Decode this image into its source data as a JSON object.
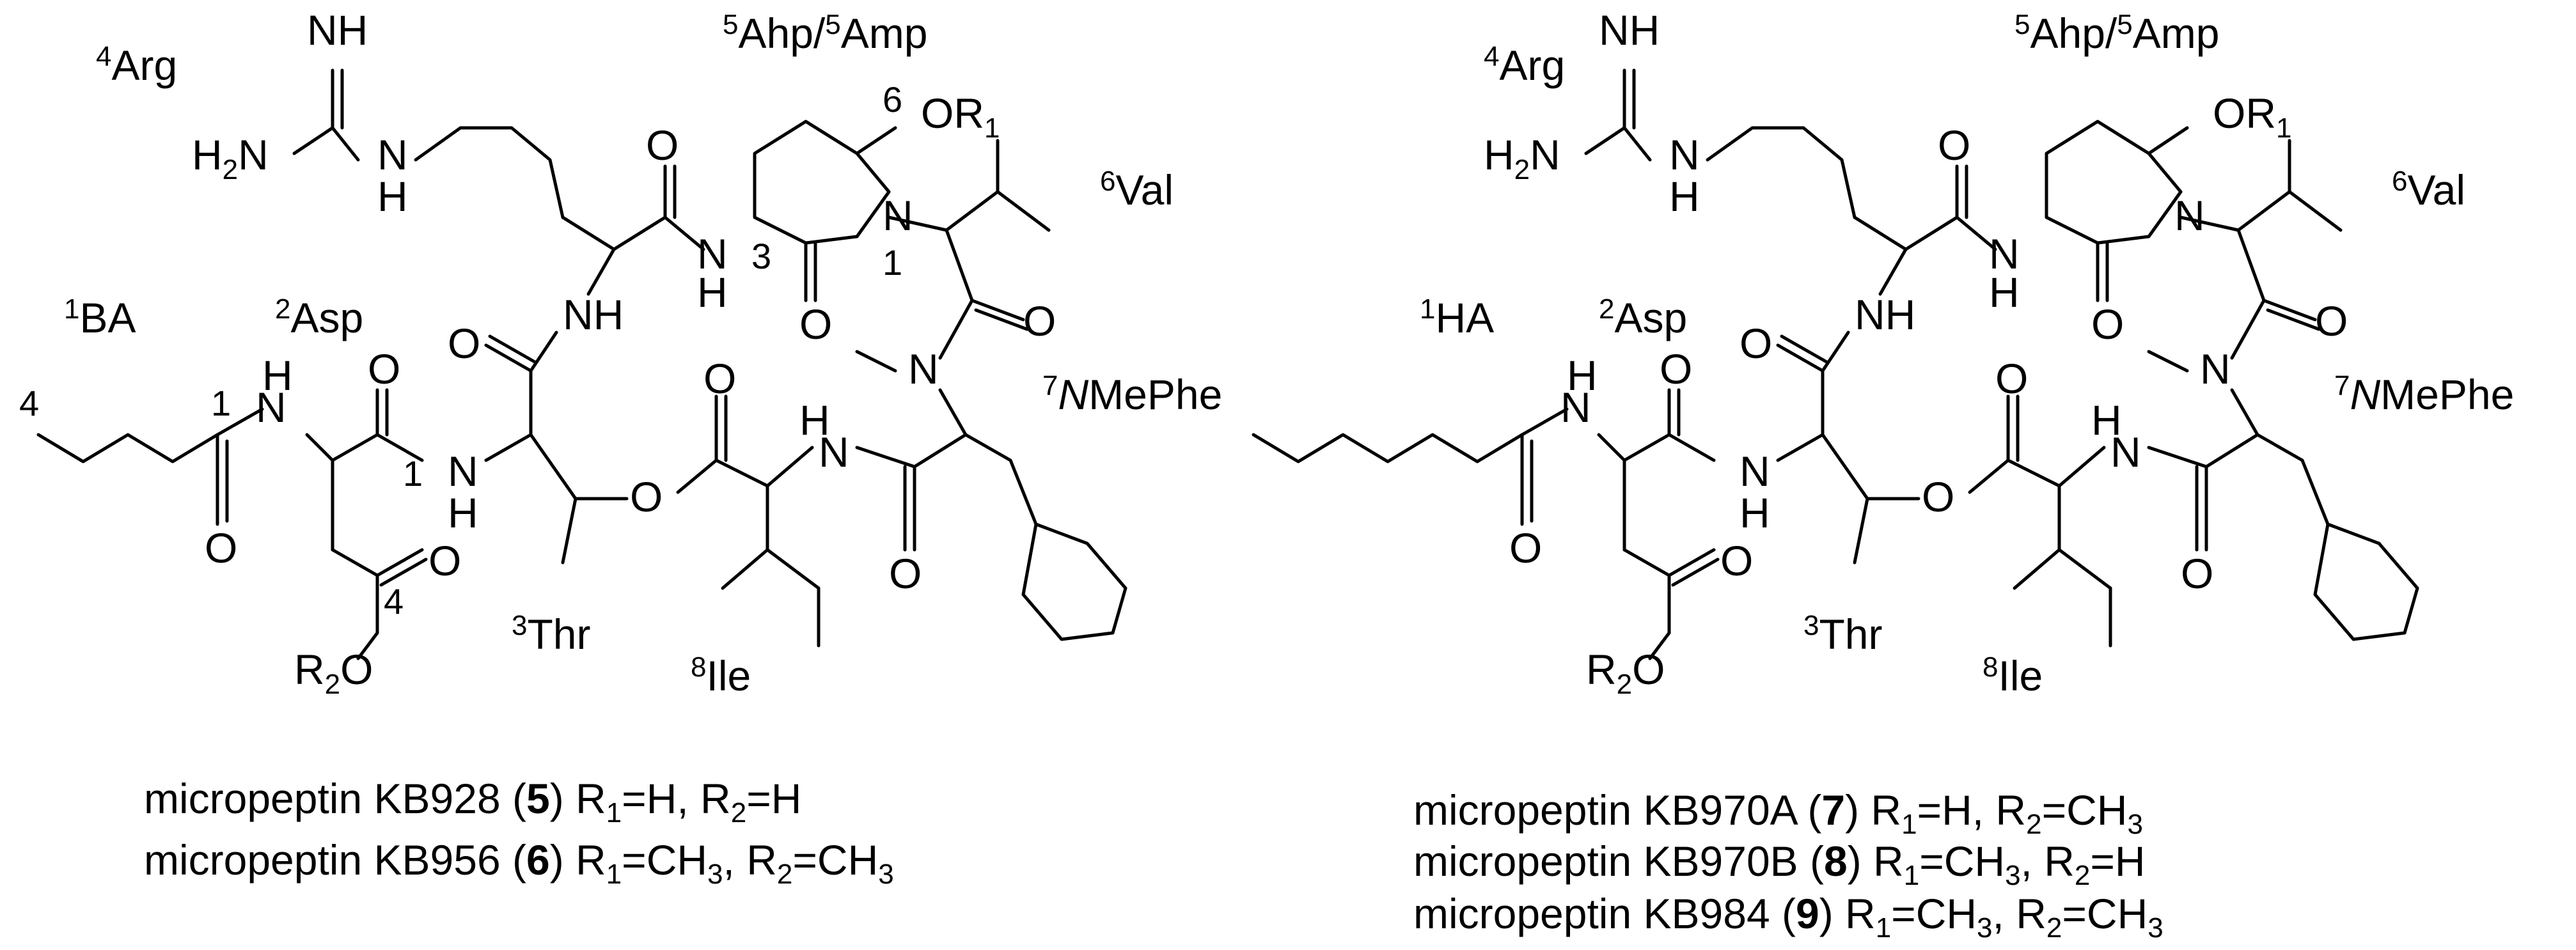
{
  "left_structure": {
    "residues": {
      "ba": {
        "sup": "1",
        "name": "BA"
      },
      "asp": {
        "sup": "2",
        "name": "Asp"
      },
      "thr": {
        "sup": "3",
        "name": "Thr"
      },
      "arg": {
        "sup": "4",
        "name": "Arg"
      },
      "ahp": {
        "sup1": "5",
        "name1": "Ahp/",
        "sup2": "5",
        "name2": "Amp"
      },
      "val": {
        "sup": "6",
        "name": "Val"
      },
      "nmephe": {
        "sup": "7",
        "name": "NMePhe"
      },
      "ile": {
        "sup": "8",
        "name": "Ile"
      }
    },
    "position_numbers": {
      "n4": "4",
      "n1a": "1",
      "n1b": "1",
      "n4b": "4",
      "n6": "6",
      "n3": "3",
      "n1c": "1"
    },
    "atoms": {
      "NH_guan": "NH",
      "H2N": "H2N",
      "NH_a": "N",
      "H_a": "H",
      "OR1": "OR1",
      "O_arg": "O",
      "NH_arg_chain": "NH",
      "N_ring": "N",
      "O_ring": "O",
      "N_amid": "N",
      "O_thr": "O",
      "N_me": "N",
      "HN_ba": "N",
      "H_ba": "H",
      "O_ba": "O",
      "O_asp1": "O",
      "N_asp": "N",
      "H_asp": "H",
      "O_ester": "O",
      "O_ile": "O",
      "N_ile": "N",
      "H_ile": "H",
      "O_phe": "O",
      "O_side": "O",
      "R2O": "R2O",
      "O_val": "O"
    }
  },
  "right_structure": {
    "residues": {
      "ha": {
        "sup": "1",
        "name": "HA"
      },
      "asp": {
        "sup": "2",
        "name": "Asp"
      },
      "thr": {
        "sup": "3",
        "name": "Thr"
      },
      "arg": {
        "sup": "4",
        "name": "Arg"
      },
      "ahp": {
        "sup1": "5",
        "name1": "Ahp/",
        "sup2": "5",
        "name2": "Amp"
      },
      "val": {
        "sup": "6",
        "name": "Val"
      },
      "nmephe": {
        "sup": "7",
        "name": "NMePhe"
      },
      "ile": {
        "sup": "8",
        "name": "Ile"
      }
    }
  },
  "captions": {
    "left": [
      {
        "compound": "micropeptin KB928",
        "id": "5",
        "r": "R1=H, R2=H"
      },
      {
        "compound": "micropeptin KB956",
        "id": "6",
        "r": "R1=CH3, R2=CH3"
      }
    ],
    "right": [
      {
        "compound": "micropeptin KB970A",
        "id": "7",
        "r": "R1=H, R2=CH3"
      },
      {
        "compound": "micropeptin KB970B",
        "id": "8",
        "r": "R1=CH3, R2=H"
      },
      {
        "compound": "micropeptin KB984",
        "id": "9",
        "r": "R1=CH3, R2=CH3"
      }
    ]
  }
}
